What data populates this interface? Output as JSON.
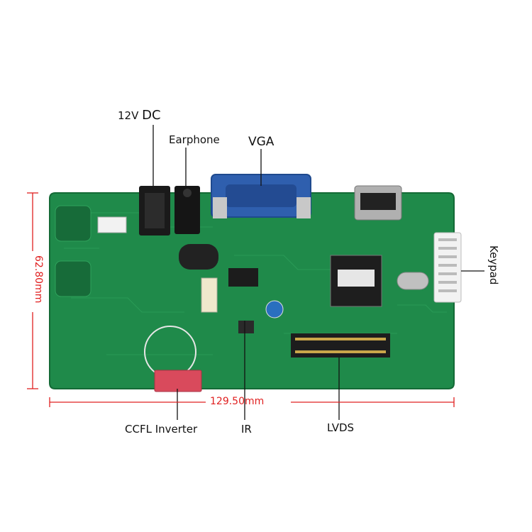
{
  "labels": {
    "dc_prefix": "12V",
    "dc": "DC",
    "earphone": "Earphone",
    "vga": "VGA",
    "keypad": "Keypad",
    "ccfl": "CCFL  Inverter",
    "ir": "IR",
    "lvds": "LVDS"
  },
  "dimensions": {
    "width": "129.50mm",
    "height": "62.80mm"
  },
  "colors": {
    "pcb": "#1f8a4a",
    "pcb_dark": "#176b39",
    "dimension": "#e02020",
    "vga_blue": "#2f5fae",
    "ccfl_pink": "#d94a5c"
  }
}
